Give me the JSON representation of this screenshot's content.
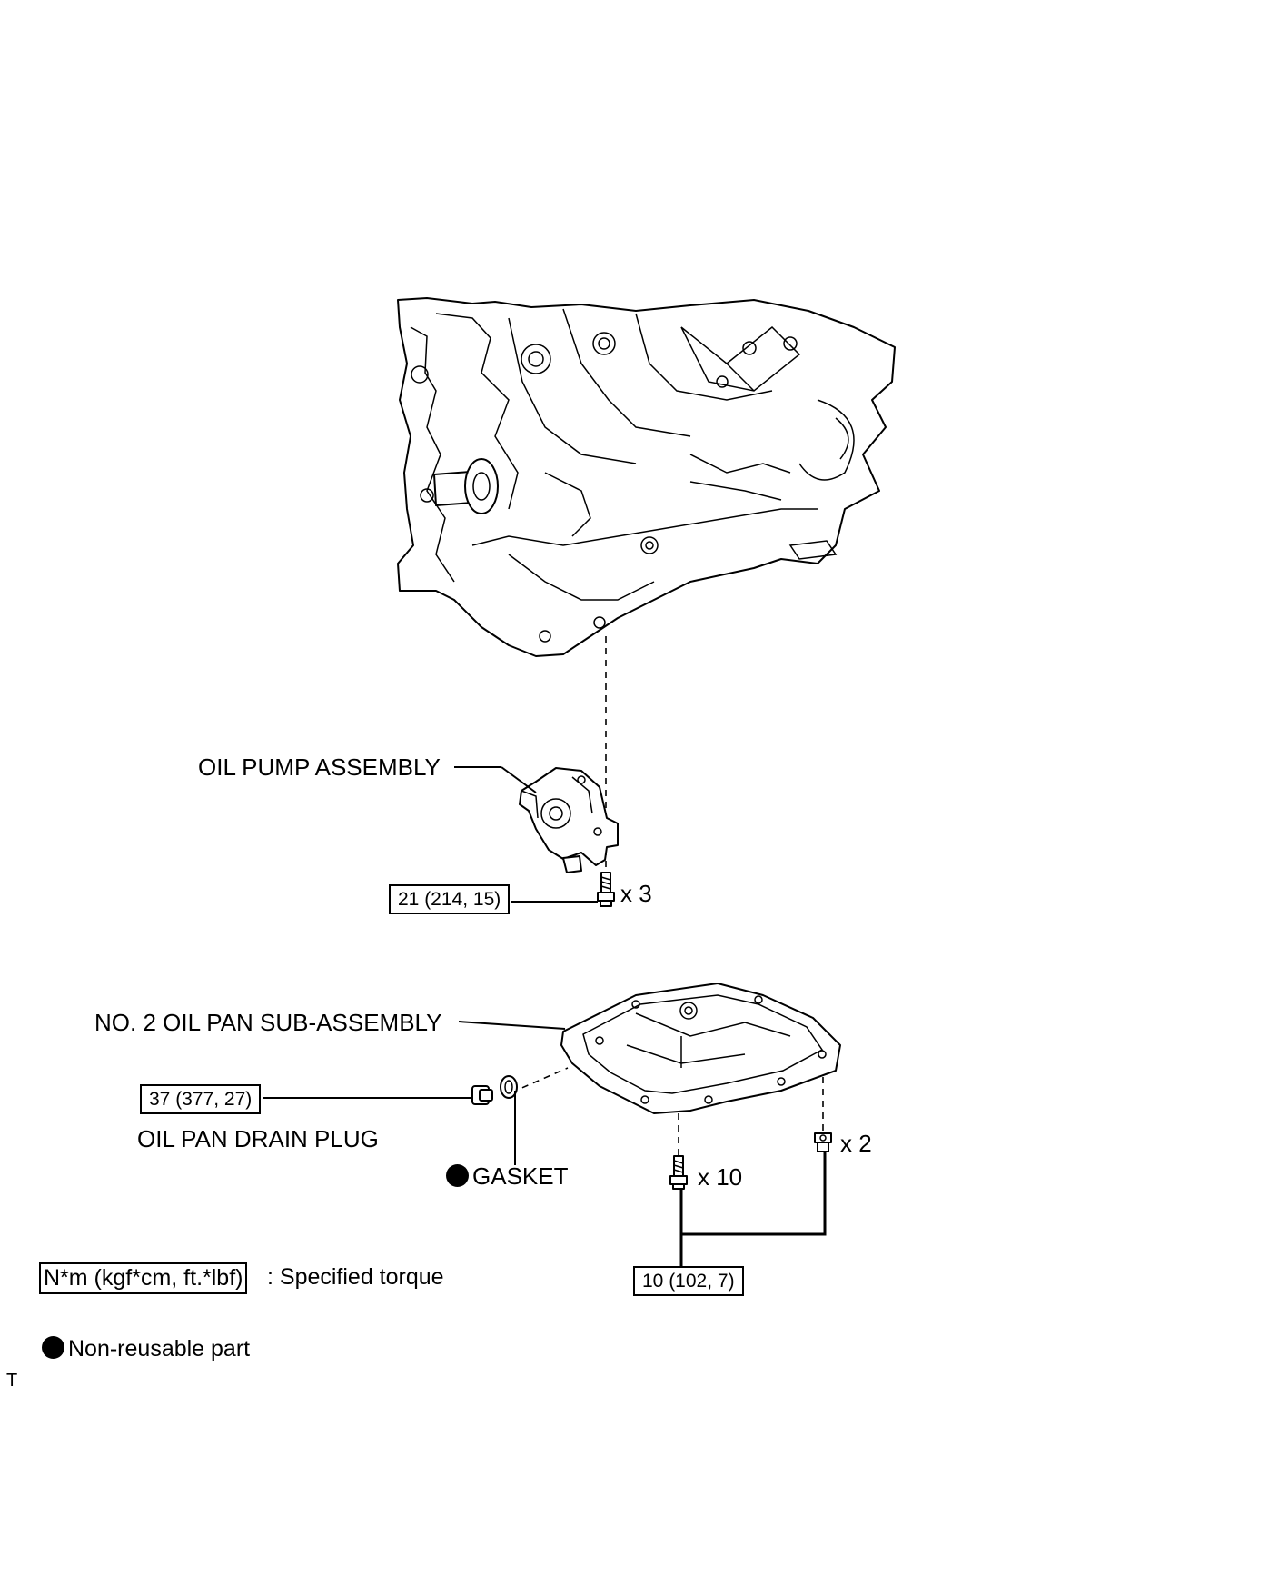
{
  "labels": {
    "oil_pump": "OIL PUMP ASSEMBLY",
    "oil_pan": "NO. 2 OIL PAN SUB-ASSEMBLY",
    "drain_plug": "OIL PAN DRAIN PLUG",
    "gasket": "GASKET"
  },
  "torques": {
    "pump_bolts": "21 (214, 15)",
    "drain_plug": "37 (377, 27)",
    "pan_bolts": "10 (102, 7)"
  },
  "quantities": {
    "pump_bolts": "x 3",
    "pan_bolts": "x 10",
    "pan_nuts": "x 2"
  },
  "legend": {
    "torque_unit": "N*m (kgf*cm, ft.*lbf)",
    "torque_text": ": Specified torque",
    "nonreusable_text": "Non-reusable part"
  },
  "corner_mark": "T"
}
